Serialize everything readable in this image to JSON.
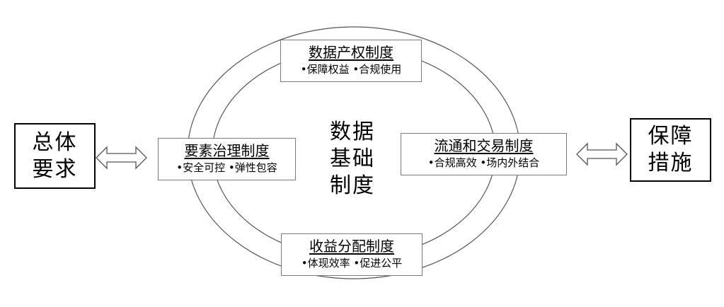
{
  "center": {
    "lines": [
      "数据",
      "基础",
      "制度"
    ]
  },
  "top_box": {
    "title": "数据产权制度",
    "tags": "•保障权益  •合规使用"
  },
  "left_box": {
    "title": "要素治理制度",
    "tags": "•安全可控  •弹性包容"
  },
  "right_box": {
    "title": "流通和交易制度",
    "tags": "•合规高效  •场内外结合"
  },
  "bottom_box": {
    "title": "收益分配制度",
    "tags": "•体现效率  •促进公平"
  },
  "left_side": {
    "lines": [
      "总体",
      "要求"
    ]
  },
  "right_side": {
    "lines": [
      "保障",
      "措施"
    ]
  },
  "colors": {
    "stroke": "#555555",
    "box_border": "#7a7a7a",
    "text": "#000000"
  },
  "icons": [
    "double-arrow-icon"
  ]
}
